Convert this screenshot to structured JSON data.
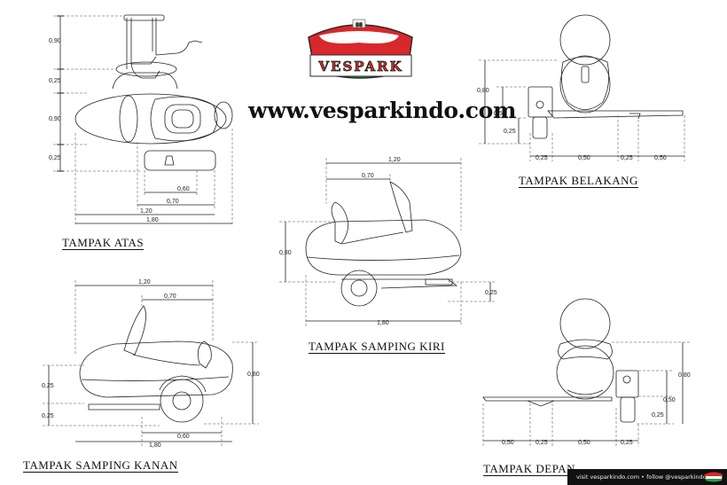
{
  "brand": {
    "name": "VESPARK",
    "badge": "88",
    "colors": {
      "red": "#d8282c",
      "green": "#2f9b47"
    }
  },
  "website": "www.vesparkindo.com",
  "views": {
    "atas": "TAMPAK ATAS",
    "belakang": "TAMPAK BELAKANG",
    "samping_kiri": "TAMPAK SAMPING KIRI",
    "samping_kanan": "TAMPAK SAMPING KANAN",
    "depan": "TAMPAK DEPAN"
  },
  "dims": {
    "atas": {
      "v1": "0,90",
      "v2": "0,25",
      "v3": "0,90",
      "v4": "0,25",
      "h1": "0,60",
      "h2": "0,70",
      "h3": "1,20",
      "h4": "1,80"
    },
    "kiri": {
      "top1": "1,20",
      "top2": "0,70",
      "side": "0,80",
      "right": "0,25",
      "bottom": "1,80"
    },
    "kanan": {
      "top1": "1,20",
      "top2": "0,70",
      "left1": "0,25",
      "left2": "0,25",
      "right": "0,80",
      "b1": "0,60",
      "b2": "1,80"
    },
    "belakang": {
      "v1": "0,80",
      "v2": "0,50",
      "v3": "0,25",
      "b1": "0,25",
      "b2": "0,50",
      "b3": "0,25",
      "b4": "0,50"
    },
    "depan": {
      "v1": "0,80",
      "v2": "0,50",
      "v3": "0,25",
      "b1": "0,50",
      "b2": "0,25",
      "b3": "0,50",
      "b4": "0,25"
    }
  },
  "footer": "visit vesparkindo.com • follow @vesparkindo •"
}
